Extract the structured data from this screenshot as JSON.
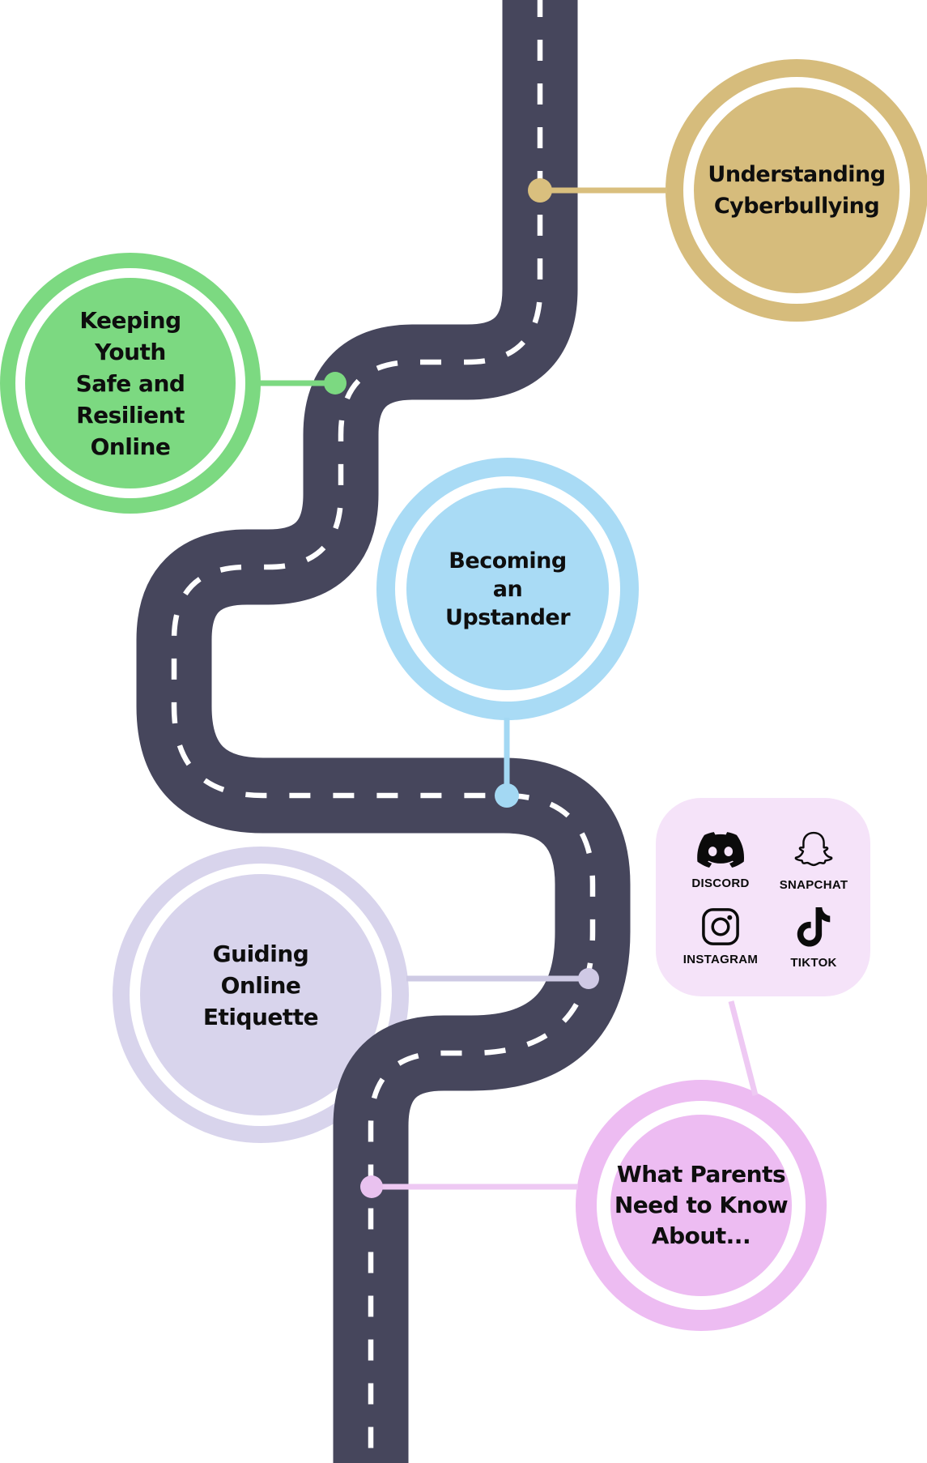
{
  "nodes": [
    {
      "id": "understanding-cyberbullying",
      "label": "Understanding\nCyberbullying",
      "color": "#d6bc7c"
    },
    {
      "id": "keeping-youth-safe",
      "label": "Keeping\nYouth\nSafe and\nResilient\nOnline",
      "color": "#7cd981"
    },
    {
      "id": "becoming-an-upstander",
      "label": "Becoming\nan\nUpstander",
      "color": "#a9dbf5"
    },
    {
      "id": "guiding-online-etiquette",
      "label": "Guiding\nOnline\nEtiquette",
      "color": "#d8d4ec"
    },
    {
      "id": "what-parents-need-to-know",
      "label": "What Parents\nNeed to Know\nAbout...",
      "color": "#edbcf2"
    }
  ],
  "panel": {
    "items": [
      {
        "icon": "discord-icon",
        "label": "DISCORD"
      },
      {
        "icon": "snapchat-icon",
        "label": "SNAPCHAT"
      },
      {
        "icon": "instagram-icon",
        "label": "INSTAGRAM"
      },
      {
        "icon": "tiktok-icon",
        "label": "TIKTOK"
      }
    ]
  },
  "colors": {
    "road": "#46465c",
    "gold": "#d6bc7c",
    "green": "#7cd981",
    "blue": "#a9dbf5",
    "lavender": "#d8d4ec",
    "pink": "#edbcf2",
    "panel_bg": "#f5e3f9",
    "line_gold": "#d9bf7e",
    "line_green": "#7cd981",
    "line_blue": "#a3d8f3",
    "line_lavender": "#cecae4",
    "line_pink": "#eec9f3",
    "dot_lavender": "#cfc9e5",
    "dot_pink": "#e9c2ef"
  }
}
